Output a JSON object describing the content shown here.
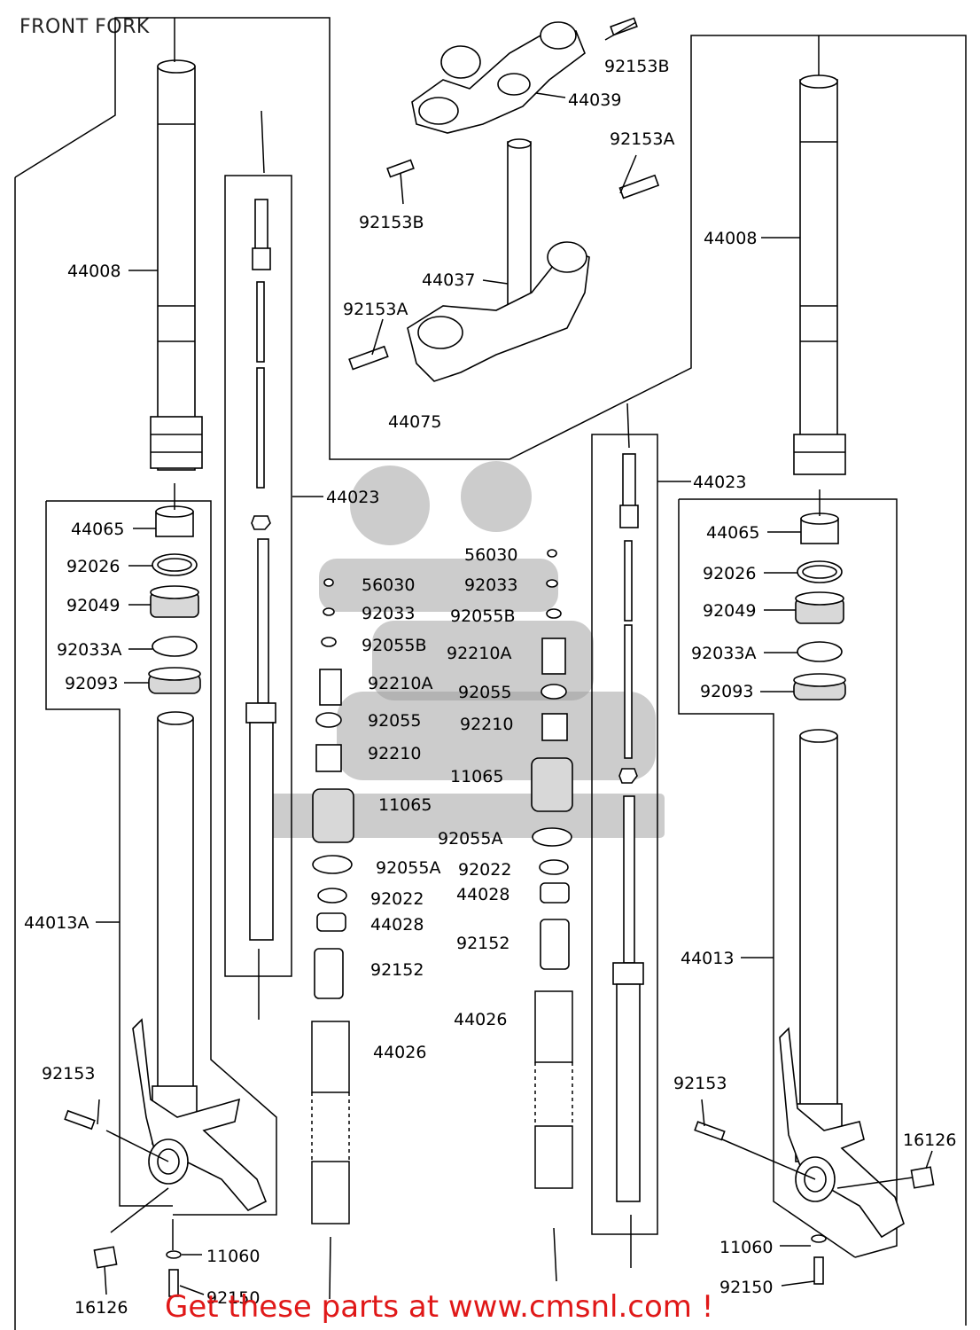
{
  "title": "FRONT FORK",
  "footer": "Get these parts at www.cmsnl.com !",
  "colors": {
    "footer": "#e01818",
    "lines": "#000000",
    "watermark": "#9a9a9a"
  },
  "labels": {
    "p_92153B_top": "92153B",
    "p_44039": "44039",
    "p_92153A_top": "92153A",
    "p_92153B_mid": "92153B",
    "p_44008_r": "44008",
    "p_44037": "44037",
    "p_92153A_mid": "92153A",
    "p_44008_l": "44008",
    "p_44075": "44075",
    "p_44023_l": "44023",
    "p_44023_r": "44023",
    "p_44065_l": "44065",
    "p_44065_r": "44065",
    "p_56030_r": "56030",
    "p_92026_l": "92026",
    "p_92026_r": "92026",
    "p_56030_l": "56030",
    "p_92033_r": "92033",
    "p_92049_l": "92049",
    "p_92049_r": "92049",
    "p_92033_l": "92033",
    "p_92055B_r": "92055B",
    "p_92055B_l": "92055B",
    "p_92210A_r": "92210A",
    "p_92033A_l": "92033A",
    "p_92033A_r": "92033A",
    "p_92210A_l": "92210A",
    "p_92093_l": "92093",
    "p_92093_r": "92093",
    "p_92055_r": "92055",
    "p_92055_l": "92055",
    "p_92210_r": "92210",
    "p_92210_l": "92210",
    "p_11065_r": "11065",
    "p_11065_l": "11065",
    "p_92055A_r": "92055A",
    "p_92055A_l": "92055A",
    "p_92022_r": "92022",
    "p_44028_r": "44028",
    "p_92022_l": "92022",
    "p_44013A": "44013A",
    "p_44028_l": "44028",
    "p_92152_r": "92152",
    "p_44013": "44013",
    "p_92152_l": "92152",
    "p_44026_r": "44026",
    "p_44026_l": "44026",
    "p_92153_l": "92153",
    "p_92153_r": "92153",
    "p_16126_r": "16126",
    "p_11060_l": "11060",
    "p_11060_r": "11060",
    "p_92150_l": "92150",
    "p_92150_r": "92150",
    "p_16126_l": "16126"
  }
}
